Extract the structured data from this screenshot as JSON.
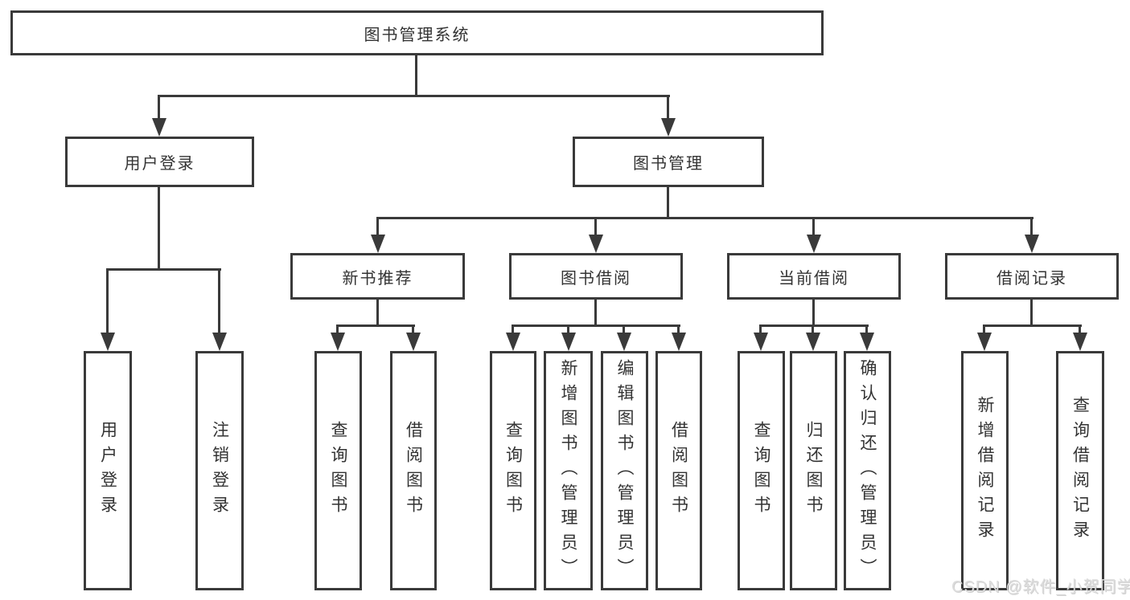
{
  "title": "图书管理系统",
  "level2": [
    {
      "label": "用户登录"
    },
    {
      "label": "图书管理"
    }
  ],
  "level3": [
    {
      "label": "新书推荐"
    },
    {
      "label": "图书借阅"
    },
    {
      "label": "当前借阅"
    },
    {
      "label": "借阅记录"
    }
  ],
  "leafGroups": [
    {
      "items": [
        "用户登录",
        "注销登录"
      ]
    },
    {
      "items": [
        "查询图书",
        "借阅图书"
      ]
    },
    {
      "items": [
        "查询图书",
        "新增图书（管理员）",
        "编辑图书（管理员）",
        "借阅图书"
      ]
    },
    {
      "items": [
        "查询图书",
        "归还图书",
        "确认归还（管理员）"
      ]
    },
    {
      "items": [
        "新增借阅记录",
        "查询借阅记录"
      ]
    }
  ],
  "watermark": "CSDN @软件_小贺同学",
  "colors": {
    "line": "#3a3a3a",
    "text": "#333333",
    "background": "#ffffff",
    "watermark": "#dcdcdc"
  }
}
